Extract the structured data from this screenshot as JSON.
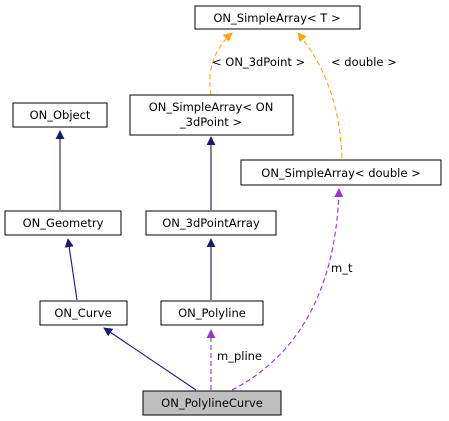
{
  "diagram": {
    "nodes": {
      "simple_array_t": "ON_SimpleArray< T >",
      "object": "ON_Object",
      "simple_array_3dpoint_line1": "ON_SimpleArray< ON",
      "simple_array_3dpoint_line2": "_3dPoint >",
      "simple_array_double": "ON_SimpleArray< double >",
      "geometry": "ON_Geometry",
      "point_array": "ON_3dPointArray",
      "curve": "ON_Curve",
      "polyline": "ON_Polyline",
      "polyline_curve": "ON_PolylineCurve"
    },
    "edge_labels": {
      "template_3dpoint": "< ON_3dPoint >",
      "template_double": "< double >",
      "member_t": "m_t",
      "member_pline": "m_pline"
    },
    "colors": {
      "inheritance": "#191970",
      "template_instantiation": "#ffa500",
      "usage": "#9a32cd",
      "highlight_fill": "#bfbfbf"
    }
  }
}
